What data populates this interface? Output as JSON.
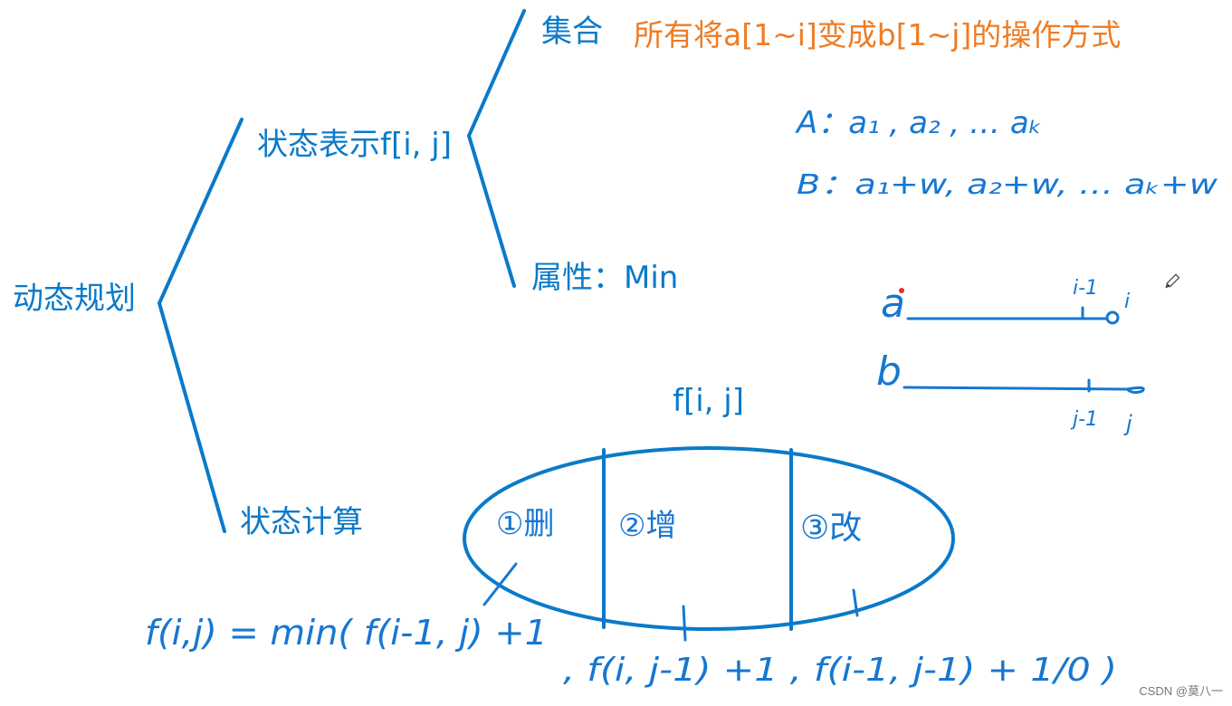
{
  "tree": {
    "root": "动态规划",
    "state_repr": "状态表示f[i, j]",
    "set_label": "集合",
    "set_desc": "所有将a[1~i]变成b[1~j]的操作方式",
    "attr": "属性：Min",
    "state_calc": "状态计算"
  },
  "ellipse": {
    "title": "f[i, j]",
    "parts": [
      "①删",
      "②增",
      "③改"
    ]
  },
  "notes": {
    "line_a": "A：a₁ , a₂ , …  aₖ",
    "line_b": "B：a₁+w, a₂+w, …  aₖ+w",
    "a_letter": "a",
    "b_letter": "b",
    "a_i1": "i-1",
    "a_i": "i",
    "b_j1": "j-1",
    "b_j": "j"
  },
  "formula": {
    "line1": "f(i,j) = min( f(i-1, j) +1",
    "line2": ", f(i, j-1) +1 ,  f(i-1, j-1) + 1/0 )"
  },
  "watermark": "CSDN @莫八一",
  "colors": {
    "line": "#0a7ac9",
    "ink": "#1677d2",
    "orange": "#ee7c24",
    "text": "#0a7ac9"
  },
  "icons": [
    "pencil-icon"
  ]
}
